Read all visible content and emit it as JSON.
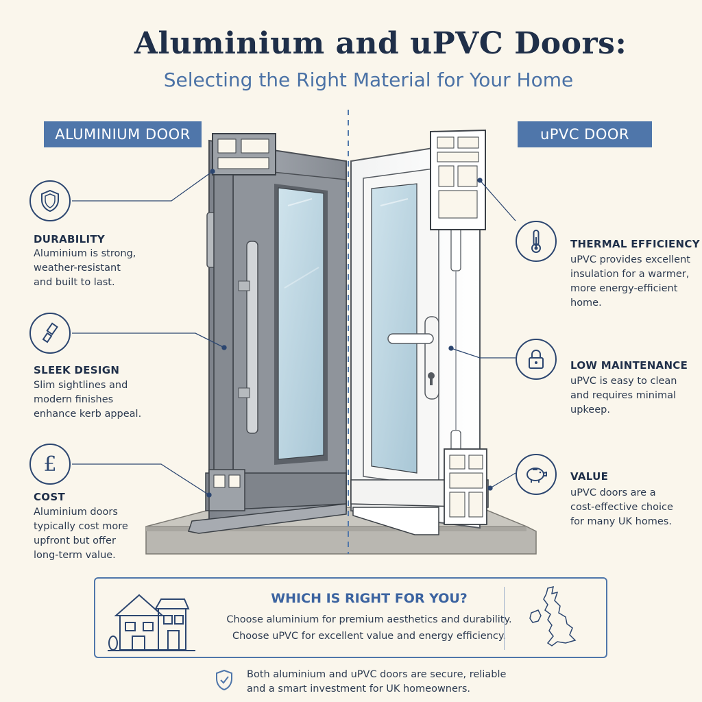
{
  "header": {
    "title": "Aluminium and uPVC Doors:",
    "subtitle": "Selecting the Right Material for Your Home"
  },
  "labels": {
    "aluminium": "ALUMINIUM DOOR",
    "upvc": "uPVC DOOR"
  },
  "aluminium_features": [
    {
      "icon": "shield-icon",
      "title": "DURABILITY",
      "text": "Aluminium is strong,\nweather-resistant\nand built to last."
    },
    {
      "icon": "paintbrush-icon",
      "title": "SLEEK DESIGN",
      "text": "Slim sightlines and\nmodern finishes\nenhance kerb appeal."
    },
    {
      "icon": "pound-icon",
      "title": "COST",
      "text": "Aluminium doors\ntypically cost more\nupfront but offer\nlong-term value."
    }
  ],
  "upvc_features": [
    {
      "icon": "thermometer-icon",
      "title": "THERMAL EFFICIENCY",
      "text": "uPVC provides excellent\ninsulation for a warmer,\nmore energy-efficient\nhome."
    },
    {
      "icon": "padlock-icon",
      "title": "LOW MAINTENANCE",
      "text": "uPVC is easy to clean\nand requires minimal\nupkeep."
    },
    {
      "icon": "piggy-bank-icon",
      "title": "VALUE",
      "text": "uPVC doors are a\ncost-effective choice\nfor many UK homes."
    }
  ],
  "bottom": {
    "heading": "WHICH IS RIGHT FOR YOU?",
    "line1": "Choose aluminium for premium aesthetics and durability.",
    "line2": "Choose uPVC for excellent value and energy efficiency."
  },
  "footer": {
    "text": "Both aluminium and uPVC doors are secure, reliable\nand a smart investment for UK homeowners."
  },
  "colors": {
    "background": "#faf6ec",
    "navy": "#1f2f49",
    "accent_blue": "#4f76aa",
    "aluminium_grey": "#8a8f96",
    "upvc_white": "#ffffff"
  }
}
